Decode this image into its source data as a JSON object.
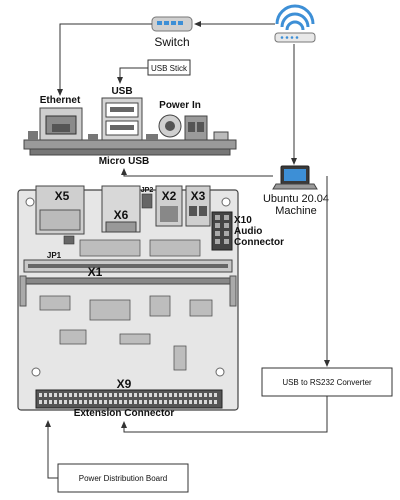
{
  "labels": {
    "switch": "Switch",
    "usb_stick": "USB Stick",
    "ethernet": "Ethernet",
    "usb": "USB",
    "power_in": "Power In",
    "micro_usb": "Micro USB",
    "machine_line1": "Ubuntu 20.04",
    "machine_line2": "Machine",
    "x1": "X1",
    "x2": "X2",
    "x3": "X3",
    "x5": "X5",
    "x6": "X6",
    "x9": "X9",
    "x10": "X10",
    "audio_connector": "Audio",
    "audio_connector2": "Connector",
    "jp1": "JP1",
    "jp2": "JP2",
    "extension_connector": "Extension Connector",
    "usb_to_rs232": "USB to RS232 Converter",
    "power_distribution": "Power Distribution Board"
  },
  "icons": {
    "router": "wifi-router-icon",
    "switch": "network-switch-icon",
    "laptop": "laptop-icon"
  },
  "colors": {
    "router_blue": "#3d8fd6",
    "pcb_gray": "#e6e6e6"
  }
}
